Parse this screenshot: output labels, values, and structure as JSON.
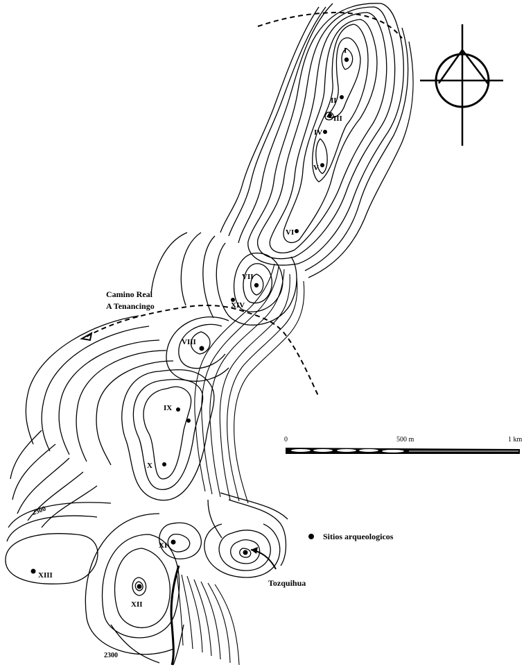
{
  "road": {
    "label_line1": "Camino Real",
    "label_line2": "A Tenancingo"
  },
  "scale": {
    "start": "0",
    "mid": "500 m",
    "end": "1 km"
  },
  "legend": {
    "label": "Sitios arqueologicos"
  },
  "elevations": {
    "north": "2300",
    "south": "2300"
  },
  "sites": [
    {
      "id": "I"
    },
    {
      "id": "II"
    },
    {
      "id": "III"
    },
    {
      "id": "IV"
    },
    {
      "id": "V"
    },
    {
      "id": "VI"
    },
    {
      "id": "VII"
    },
    {
      "id": "VIII"
    },
    {
      "id": "IX"
    },
    {
      "id": "X"
    },
    {
      "id": "XI"
    },
    {
      "id": "XII"
    },
    {
      "id": "XIII"
    },
    {
      "id": "XIV"
    }
  ],
  "place": {
    "name": "Tozquihua"
  },
  "colors": {
    "ink": "#000000",
    "paper": "#ffffff"
  }
}
